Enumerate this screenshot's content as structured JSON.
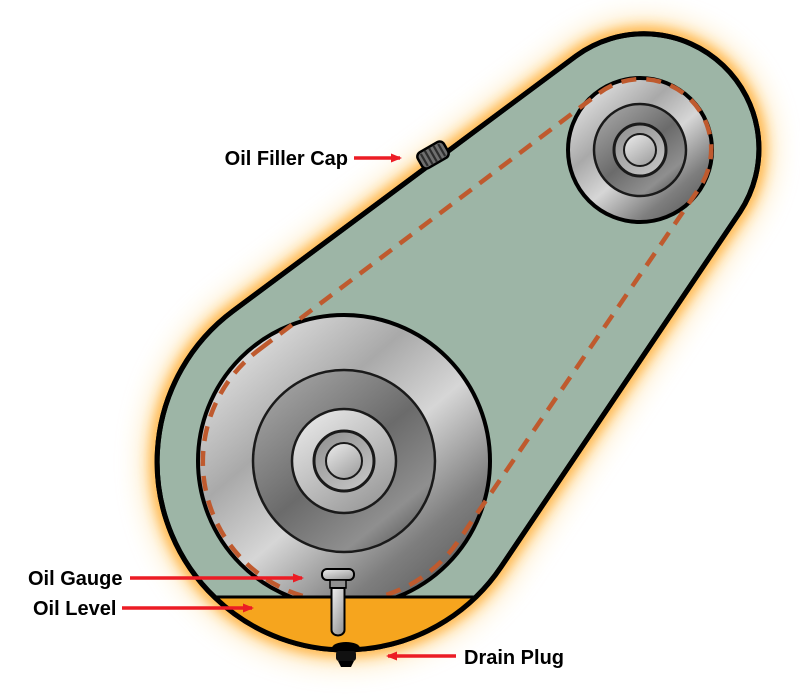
{
  "labels": {
    "oil_filler_cap": "Oil Filler Cap",
    "oil_gauge": "Oil Gauge",
    "oil_level": "Oil Level",
    "drain_plug": "Drain Plug"
  },
  "colors": {
    "background": "#ffffff",
    "housing": "#9db5a6",
    "outline": "#000000",
    "glow_outer": "#ffd37e",
    "glow_inner": "#ffab30",
    "oil": "#f6a51e",
    "chain_dash": "#bf5a2e",
    "arrow": "#ec1c24",
    "label_text": "#000000"
  }
}
